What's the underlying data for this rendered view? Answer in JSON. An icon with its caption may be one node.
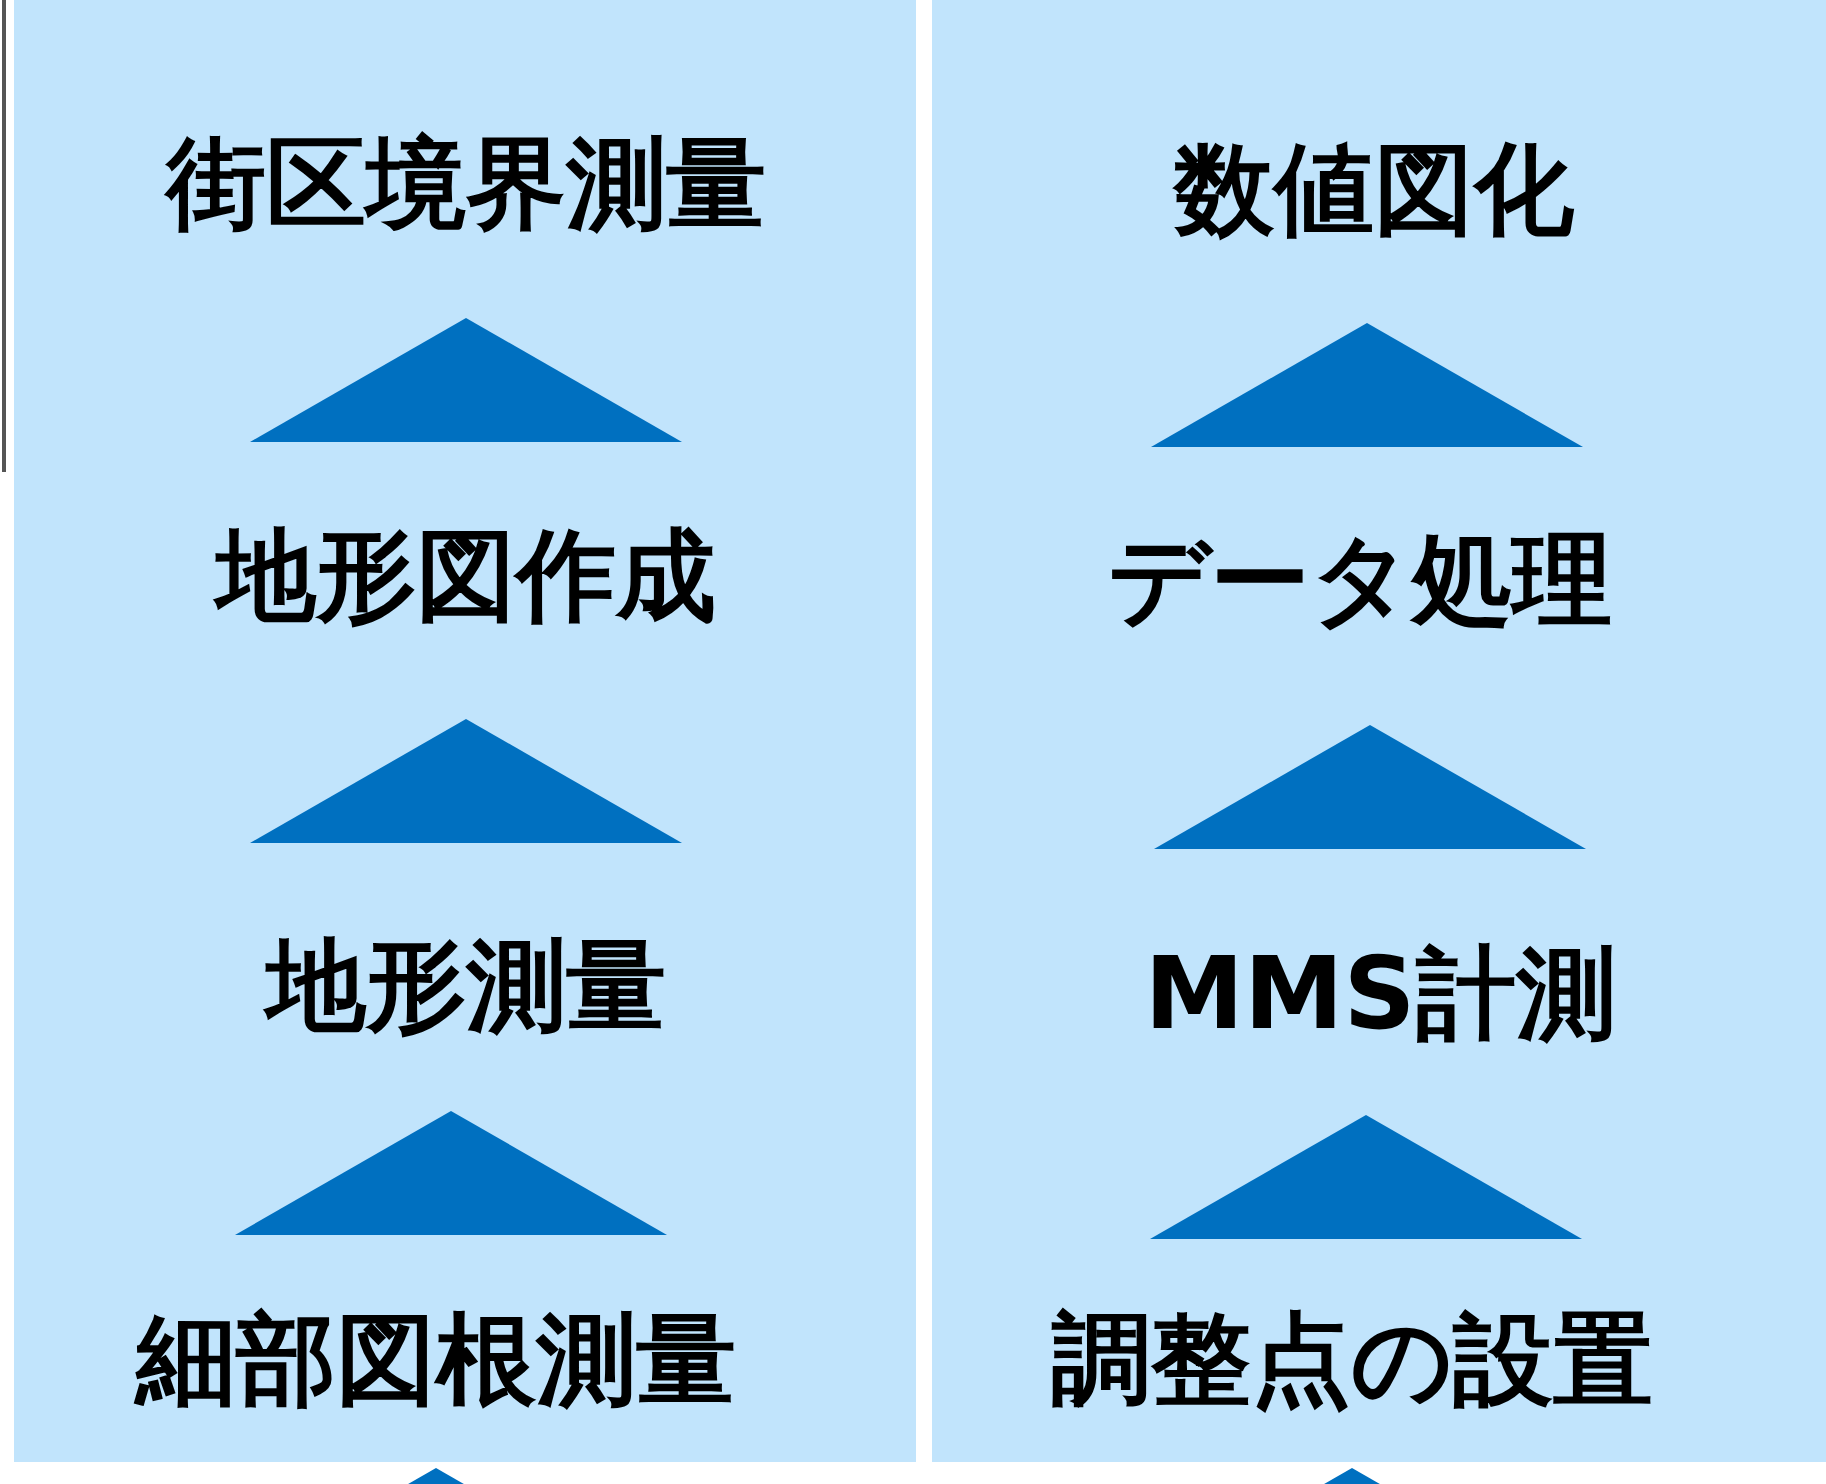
{
  "diagram": {
    "nodes": [
      {
        "text": [
          "街区境界測量"
        ]
      },
      {
        "text": [
          "地形図作成"
        ]
      },
      {
        "text": [
          "地形測量"
        ]
      },
      {
        "text": [
          "細部図根測量"
        ]
      },
      {
        "text": [
          "数値図化"
        ]
      },
      {
        "text": [
          "データ処理"
        ]
      },
      {
        "text": [
          "MMS計測"
        ]
      },
      {
        "text": [
          "調整点の設置"
        ]
      }
    ],
    "edges": [
      {
        "from": 3,
        "to": 2,
        "arrow": "to"
      },
      {
        "from": 2,
        "to": 1,
        "arrow": "to"
      },
      {
        "from": 1,
        "to": 0,
        "arrow": "to"
      },
      {
        "from": null,
        "to": 3,
        "arrow": "to"
      },
      {
        "from": 7,
        "to": 6,
        "arrow": "to"
      },
      {
        "from": 6,
        "to": 5,
        "arrow": "to"
      },
      {
        "from": 5,
        "to": 4,
        "arrow": "to"
      },
      {
        "from": null,
        "to": 7,
        "arrow": "to"
      }
    ]
  }
}
